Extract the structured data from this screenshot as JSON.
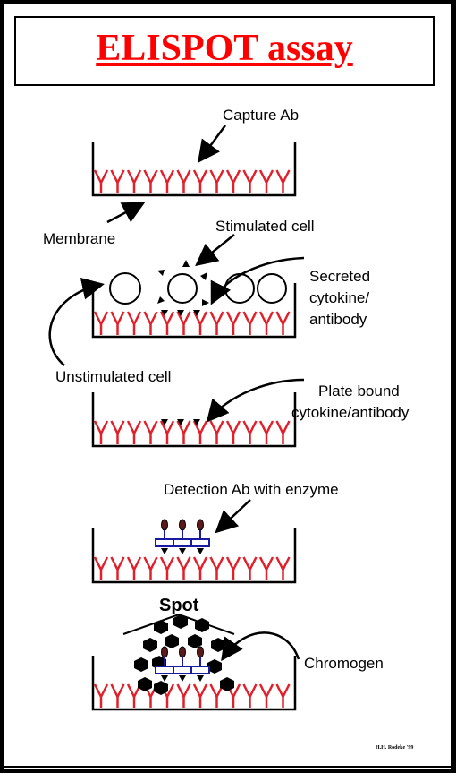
{
  "title": "ELISPOT assay",
  "labels": {
    "capture_ab": "Capture Ab",
    "membrane": "Membrane",
    "stimulated_cell": "Stimulated cell",
    "secreted_line1": "Secreted",
    "secreted_line2": "cytokine/",
    "secreted_line3": "antibody",
    "unstimulated_cell": "Unstimulated cell",
    "plate_bound_line1": "Plate bound",
    "plate_bound_line2": "cytokine/antibody",
    "detection_ab": "Detection Ab with enzyme",
    "spot": "Spot",
    "chromogen": "Chromogen"
  },
  "credit": "H.H. Rodeke '99",
  "colors": {
    "title": "#ff0000",
    "antibody": "#e0202a",
    "detection_ab_stem": "#1a1aa0",
    "cytokine": "#000000"
  }
}
